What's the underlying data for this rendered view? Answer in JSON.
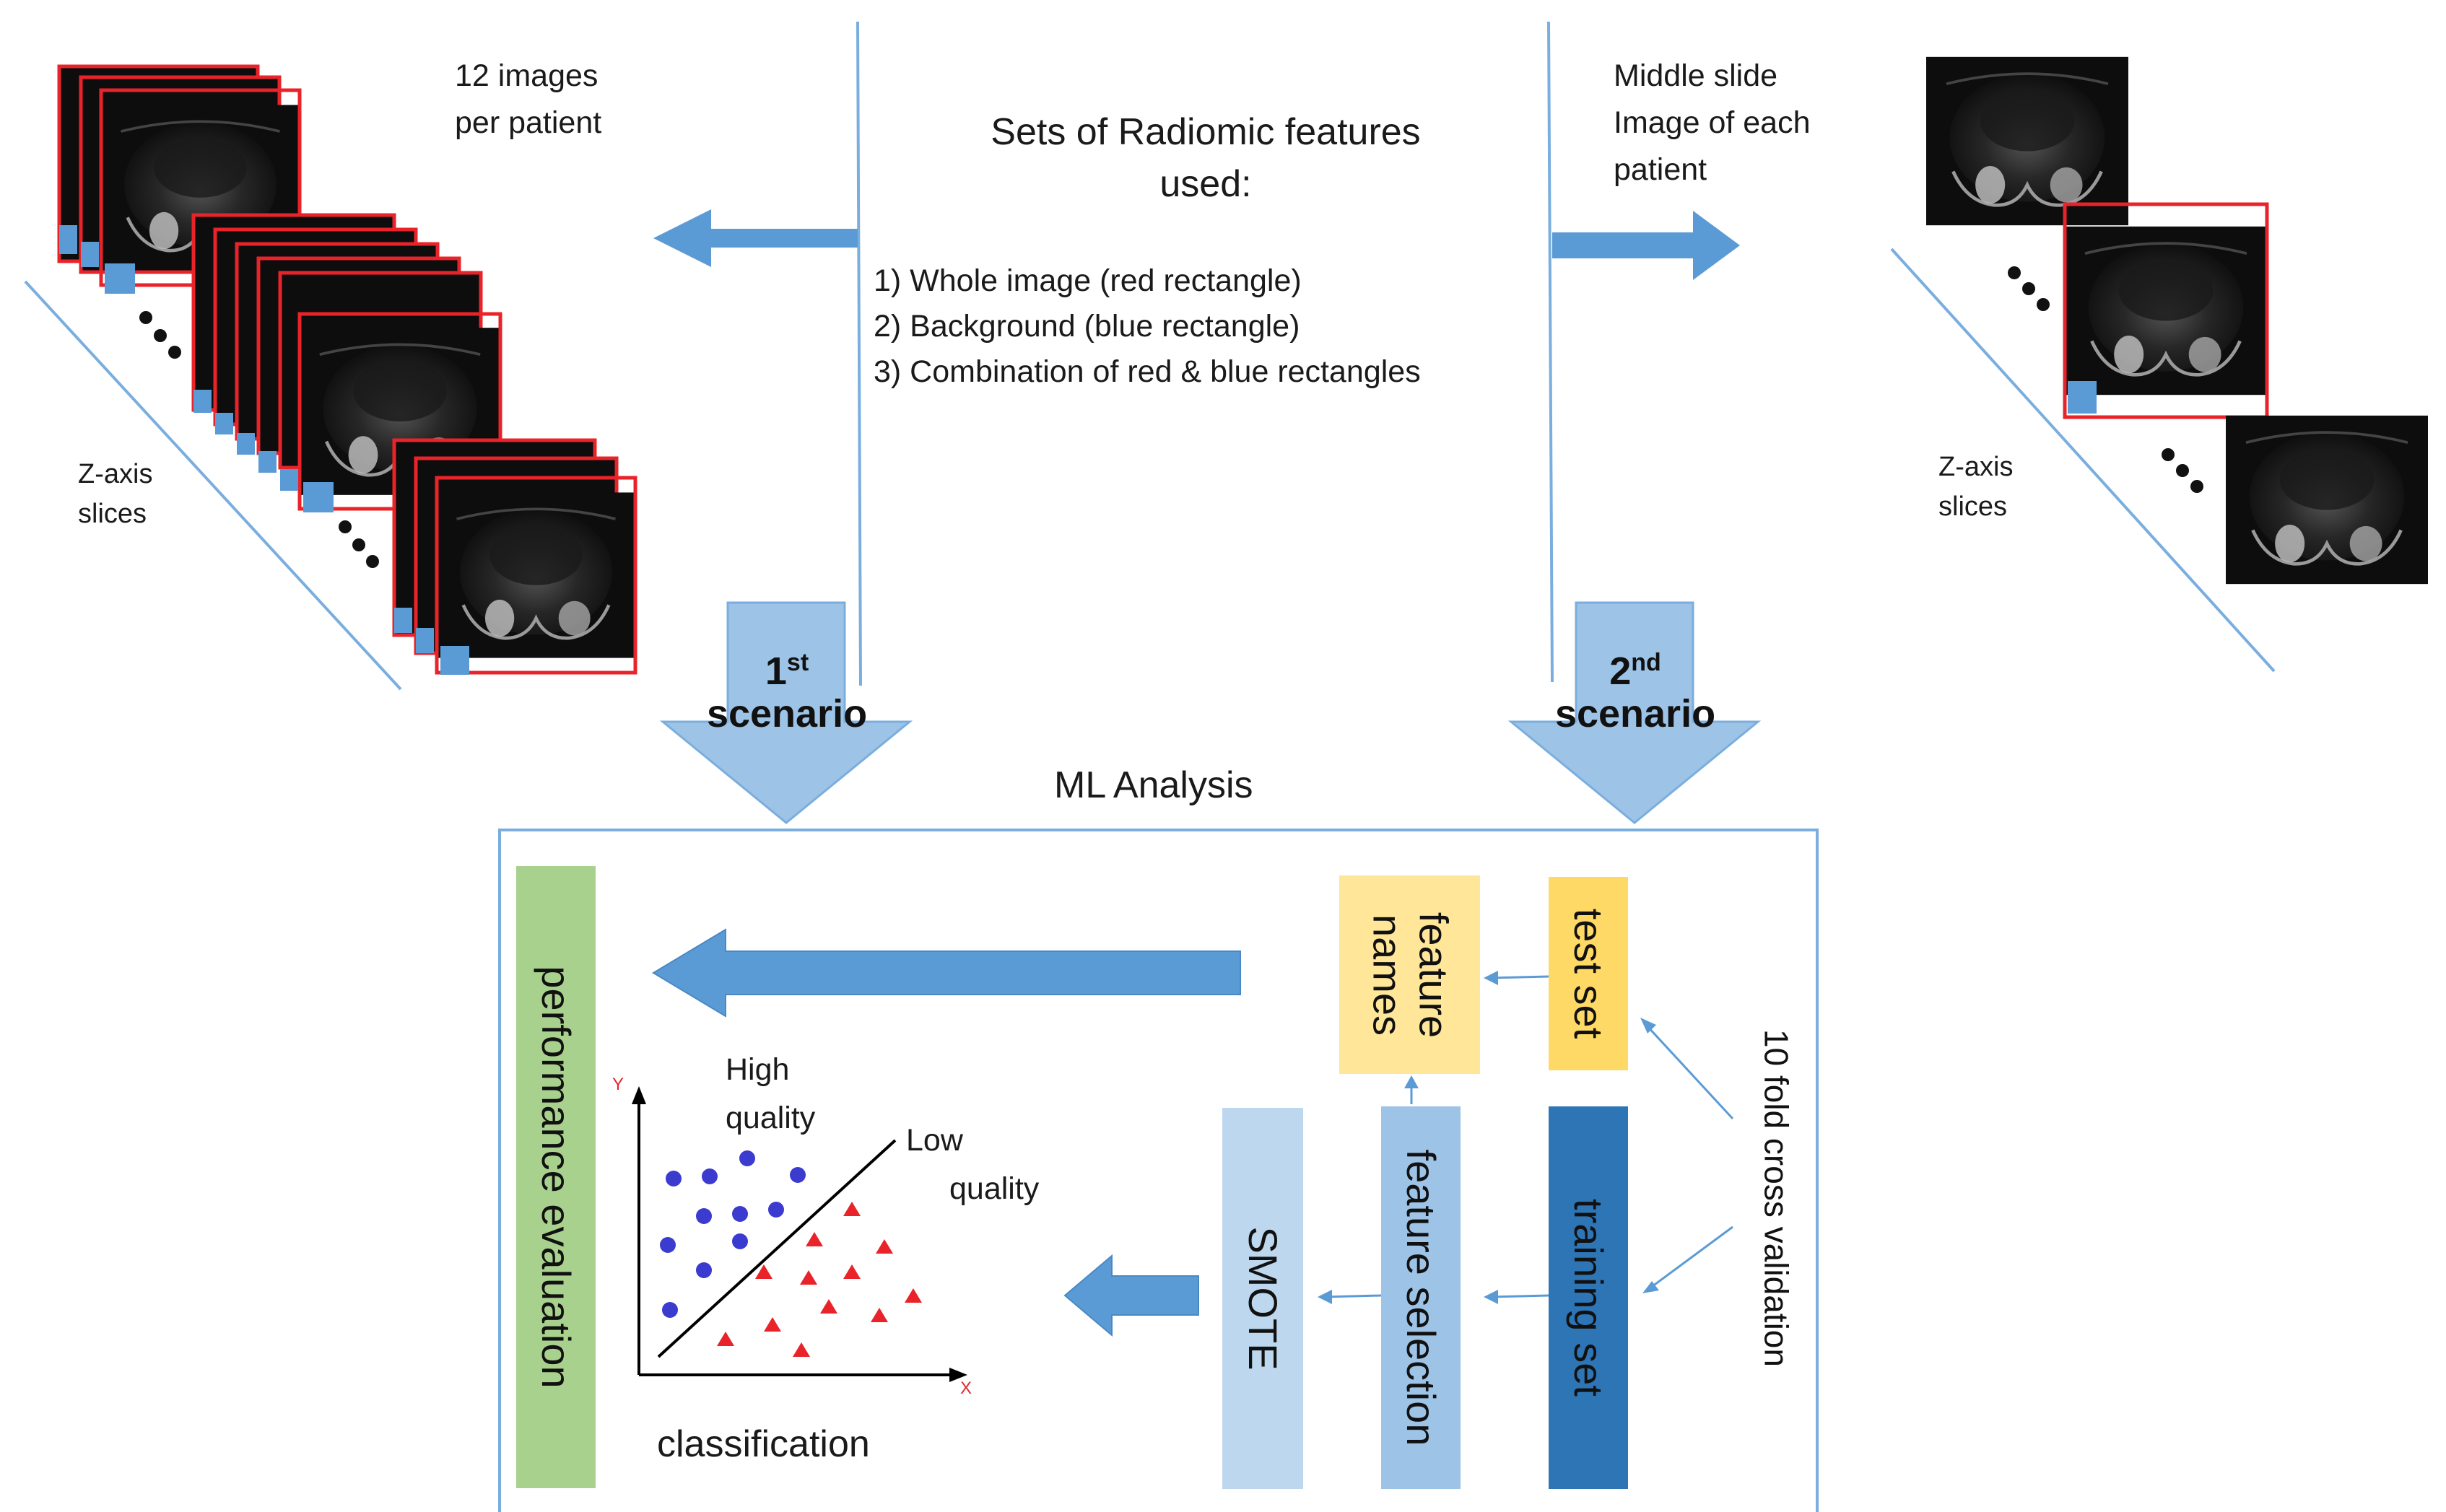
{
  "left_panel": {
    "caption_line1": "12 images",
    "caption_line2": "per patient",
    "axis_line1": "Z-axis",
    "axis_line2": "slices"
  },
  "right_panel": {
    "caption_line1": "Middle slide",
    "caption_line2": "Image of each",
    "caption_line3": "patient",
    "axis_line1": "Z-axis",
    "axis_line2": "slices"
  },
  "features": {
    "title_line1": "Sets of Radiomic features",
    "title_line2": "used:",
    "items": [
      "1) Whole image (red rectangle)",
      "2) Background (blue rectangle)",
      "3) Combination of red & blue rectangles"
    ]
  },
  "scenarios": {
    "first_num": "1",
    "first_sup": "st",
    "first_word": "scenario",
    "second_num": "2",
    "second_sup": "nd",
    "second_word": "scenario"
  },
  "ml": {
    "title": "ML Analysis",
    "performance": "performance evaluation",
    "feature_names_line1": "feature",
    "feature_names_line2": "names",
    "test_set": "test set",
    "training_set": "training set",
    "feature_selection": "feature selection",
    "smote": "SMOTE",
    "cross_validation": "10 fold cross validation",
    "classification": "classification",
    "high_quality_line1": "High",
    "high_quality_line2": "quality",
    "low_quality_line1": "Low",
    "low_quality_line2": "quality",
    "axis_y": "Y",
    "axis_x": "X"
  },
  "colors": {
    "arrow_blue": "#9dc3e6",
    "arrow_dark_blue": "#5b9bd5",
    "line_blue": "#7aaede",
    "red_frame": "#e8242a",
    "roi_blue": "#5b9bd5",
    "perf_green": "#a9d18e",
    "feature_names_yellow": "#ffe699",
    "test_set_yellow": "#ffd966",
    "training_set_blue": "#2e75b6",
    "feature_selection_blue": "#9dc3e6",
    "smote_blue": "#bdd7ee",
    "dot_blue": "#3b3bd0",
    "triangle_red": "#e8242a"
  }
}
